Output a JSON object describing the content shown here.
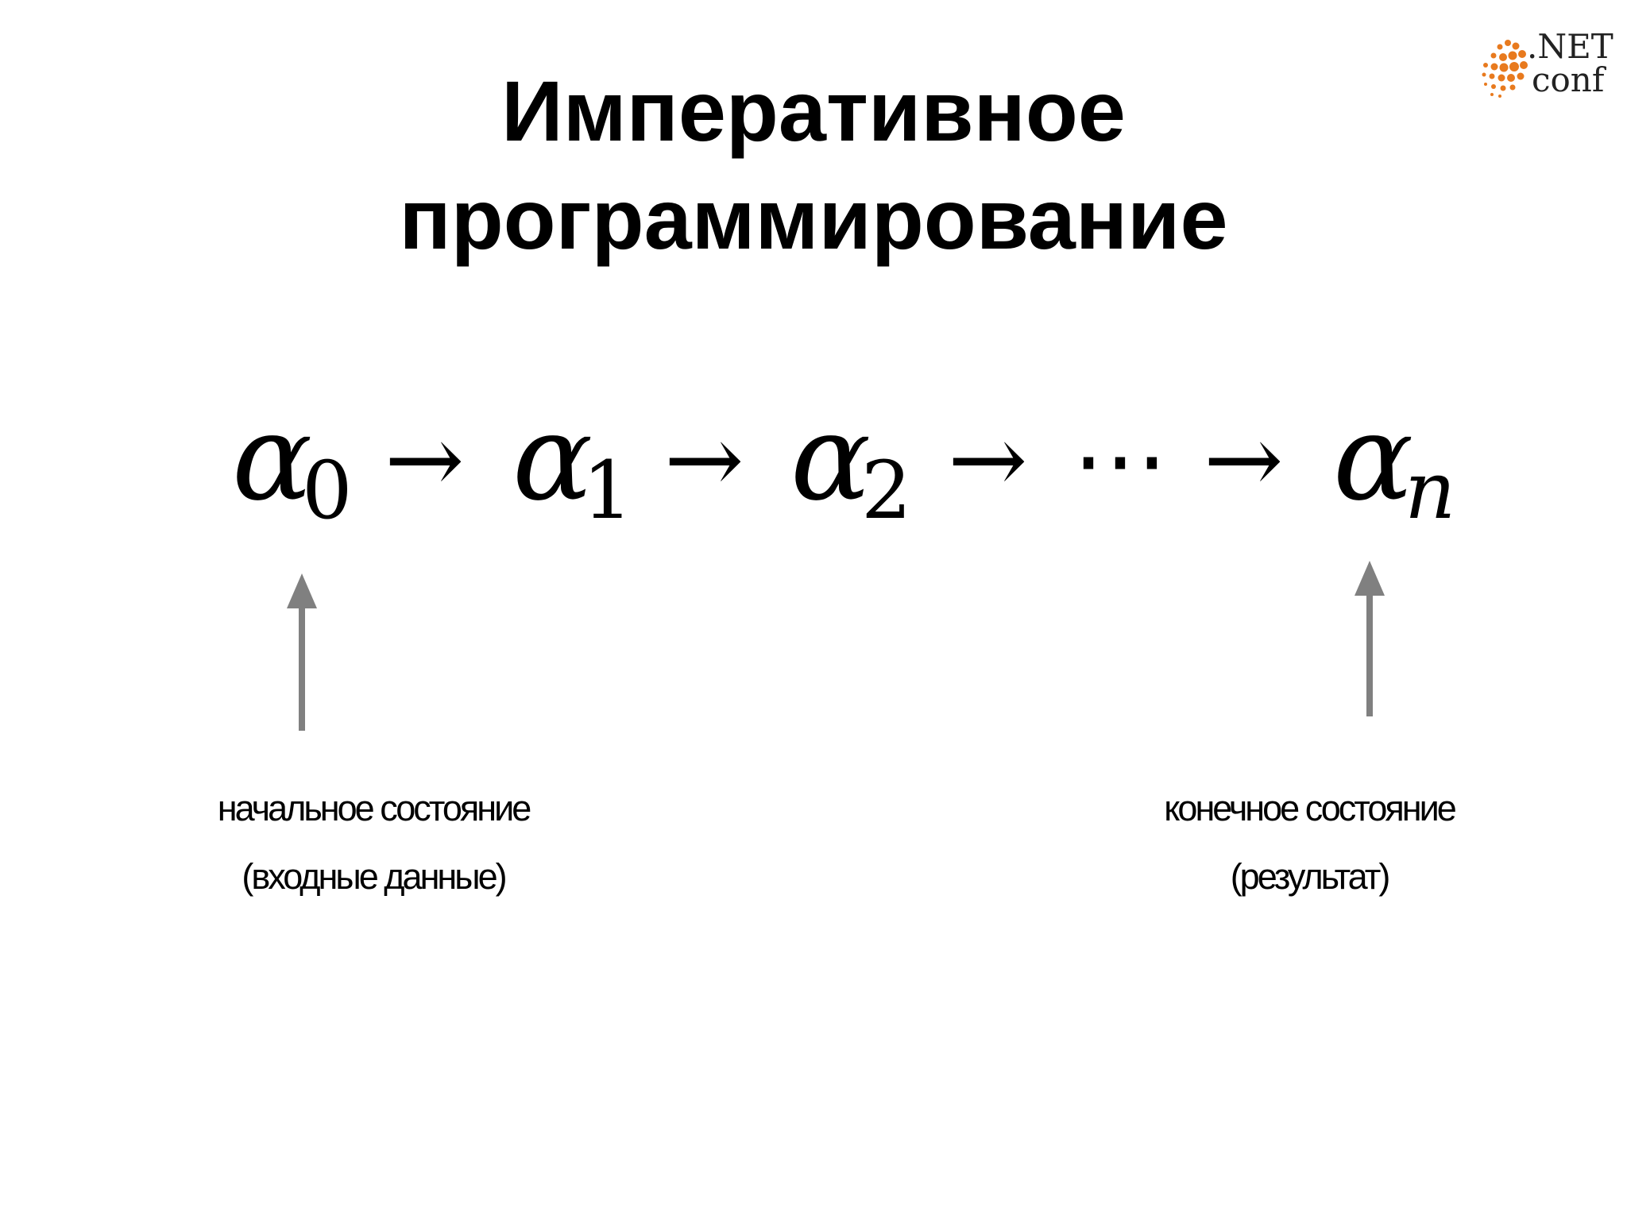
{
  "slide": {
    "title_line1": "Императивное",
    "title_line2": "программирование"
  },
  "logo": {
    "line1": ".NET",
    "line2": "conf",
    "dot_color": "#e87a1e",
    "icon": "dotted-sphere-icon"
  },
  "formula": {
    "symbol": "α",
    "subscripts": [
      "0",
      "1",
      "2",
      "n"
    ],
    "arrow": "→",
    "ellipsis": "⋯"
  },
  "annotations": {
    "start": {
      "line1": "начальное  состояние",
      "line2": "(входные данные)"
    },
    "end": {
      "line1": "конечное  состояние",
      "line2": "(результат)"
    }
  },
  "colors": {
    "pointer_arrow": "#808080",
    "text": "#000000",
    "background": "#ffffff"
  }
}
